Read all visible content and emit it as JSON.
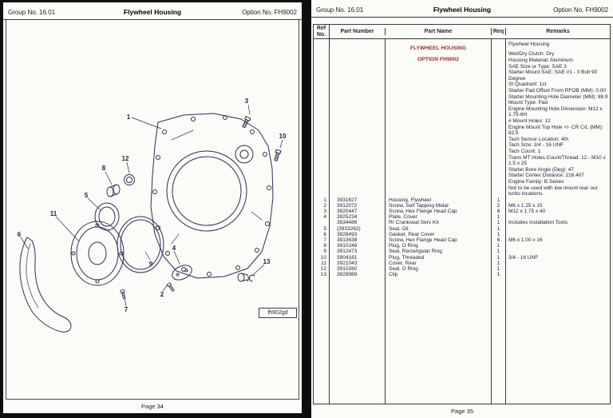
{
  "left_page": {
    "header": {
      "group": "Group No. 16.01",
      "title": "Flywheel Housing",
      "option": "Option No. FH9002"
    },
    "callouts": [
      "1",
      "3",
      "10",
      "12",
      "8",
      "5",
      "11",
      "6",
      "9",
      "4",
      "2",
      "7",
      "13"
    ],
    "figure_label": "fh902gd",
    "footer": "Page 34"
  },
  "right_page": {
    "header": {
      "group": "Group No. 16.01",
      "title": "Flywheel Housing",
      "option": "Option No. FH9002"
    },
    "table": {
      "columns": {
        "ref": "Ref No.",
        "part_number": "Part Number",
        "part_name": "Part Name",
        "req": "Req",
        "remarks": "Remarks"
      },
      "section_title_line1": "FLYWHEEL HOUSING",
      "section_title_line2": "OPTION FH9002",
      "remarks_intro": "Flywheel Housing",
      "remarks_specs": [
        "Wet/Dry Clutch: Dry",
        "Housing Material: Aluminum",
        "SAE Size or Type: SAE 3",
        "Starter Mount SAE: SAE #1 - 3 Bolt 90 Degree",
        "St Quadrant: 1st",
        "Starter Pad Offset From RFOB (MM): 0.00",
        "Starter Mounting Hole Diameter (MM): 88.9",
        "Mount Type: Pad",
        "Engine Mounting Hole Dimension: M12 x 1.75-6H",
        "# Mount Holes: 12",
        "Engine Mount Top Hole +/- CR C/L (MM): 82.5",
        "Tach Sensor Location: 4th",
        "Tach Size: 3/4 - 16 UNF",
        "Tach Count: 1",
        "Trans MT Holes Count/Thread: 12 - M10 x 1.5 x 25",
        "Starter Bore Angle (Deg): 47",
        "Starter Center Distance: 216.407",
        "Engine Family: B Series",
        "Not to be used with low mount rear out turbo locations."
      ],
      "rows": [
        {
          "ref": "1",
          "part_number": "3931627",
          "part_name": "Housing, Flywheel",
          "req": "1",
          "remarks": ""
        },
        {
          "ref": "2",
          "part_number": "3912072",
          "part_name": "Screw, Self Tapping Metal",
          "req": "2",
          "remarks": "M6 x 1.25 x 15"
        },
        {
          "ref": "3",
          "part_number": "3920447",
          "part_name": "Screw, Hex Flange Head Cap",
          "req": "8",
          "remarks": "M12 x 1.75 x 40"
        },
        {
          "ref": "4",
          "part_number": "3925234",
          "part_name": "Plate, Cover",
          "req": "1",
          "remarks": ""
        },
        {
          "ref": "",
          "part_number": "3934486",
          "part_name": "Rr Crankseal Serv Kit",
          "req": "1",
          "remarks": "Includes Installation Tools"
        },
        {
          "ref": "5",
          "part_number": "(3933262)",
          "part_name": "Seal, Oil",
          "req": "1",
          "remarks": ""
        },
        {
          "ref": "6",
          "part_number": "3928493",
          "part_name": "Gasket, Rear Cover",
          "req": "1",
          "remarks": ""
        },
        {
          "ref": "7",
          "part_number": "3913638",
          "part_name": "Screw, Hex Flange Head Cap",
          "req": "6",
          "remarks": "M6 x 1.00 x 16"
        },
        {
          "ref": "8",
          "part_number": "3910248",
          "part_name": "Plug, O Ring",
          "req": "1",
          "remarks": ""
        },
        {
          "ref": "9",
          "part_number": "3912473",
          "part_name": "Seal, Rectangular Ring",
          "req": "1",
          "remarks": ""
        },
        {
          "ref": "10",
          "part_number": "3904181",
          "part_name": "Plug, Threaded",
          "req": "1",
          "remarks": "3/4 - 16 UNF"
        },
        {
          "ref": "11",
          "part_number": "3921043",
          "part_name": "Cover, Rear",
          "req": "1",
          "remarks": ""
        },
        {
          "ref": "12",
          "part_number": "3910260",
          "part_name": "Seal, O Ring",
          "req": "1",
          "remarks": ""
        },
        {
          "ref": "13",
          "part_number": "3928989",
          "part_name": "Clip",
          "req": "1",
          "remarks": ""
        }
      ]
    },
    "footer": "Page 35"
  }
}
